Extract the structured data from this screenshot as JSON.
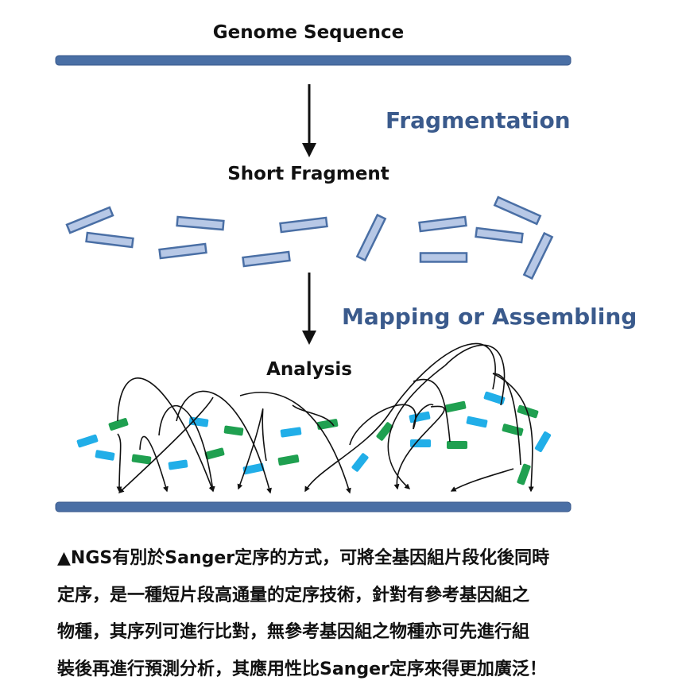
{
  "labels": {
    "genome_sequence": "Genome Sequence",
    "fragmentation": "Fragmentation",
    "short_fragment": "Short Fragment",
    "mapping": "Mapping or Assembling",
    "analysis": "Analysis"
  },
  "caption": {
    "lines": [
      "▲NGS有別於Sanger定序的方式，可將全基因組片段化後同時",
      "定序，是一種短片段高通量的定序技術，針對有參考基因組之",
      "物種，其序列可進行比對，無參考基因組之物種亦可先進行組",
      "裝後再進行預測分析，其應用性比Sanger定序來得更加廣泛！"
    ]
  },
  "colors": {
    "genome_bar": "#4a6fa5",
    "fragment_fill": "#b7c8e6",
    "fragment_stroke": "#4a6fa5",
    "read_green": "#1fa050",
    "read_blue": "#21aee8",
    "label_blue": "#3a5a8c"
  },
  "icons": {
    "down_arrow": "down-arrow-icon",
    "curved_arrow": "curved-arrow-icon"
  }
}
